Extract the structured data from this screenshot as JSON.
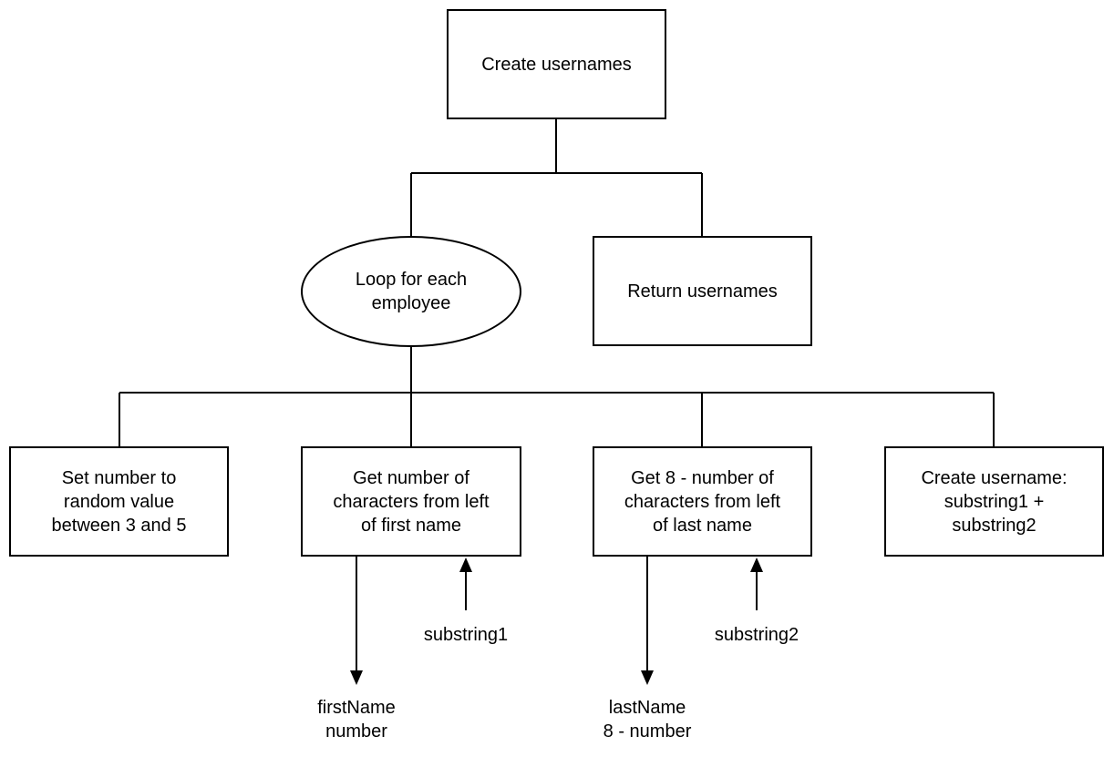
{
  "nodes": {
    "root": "Create usernames",
    "loop": "Loop for each\nemployee",
    "return": "Return usernames",
    "set_number": "Set number to\nrandom value\nbetween 3 and 5",
    "get_first": "Get number of\ncharacters from left\nof first name",
    "get_last": "Get 8 - number of\ncharacters from left\nof last name",
    "create_username": "Create username:\nsubstring1 +\nsubstring2"
  },
  "data_flows": {
    "first_in": "firstName\nnumber",
    "first_out": "substring1",
    "last_in": "lastName\n8 - number",
    "last_out": "substring2"
  },
  "colors": {
    "stroke": "#000000",
    "background": "#ffffff"
  }
}
